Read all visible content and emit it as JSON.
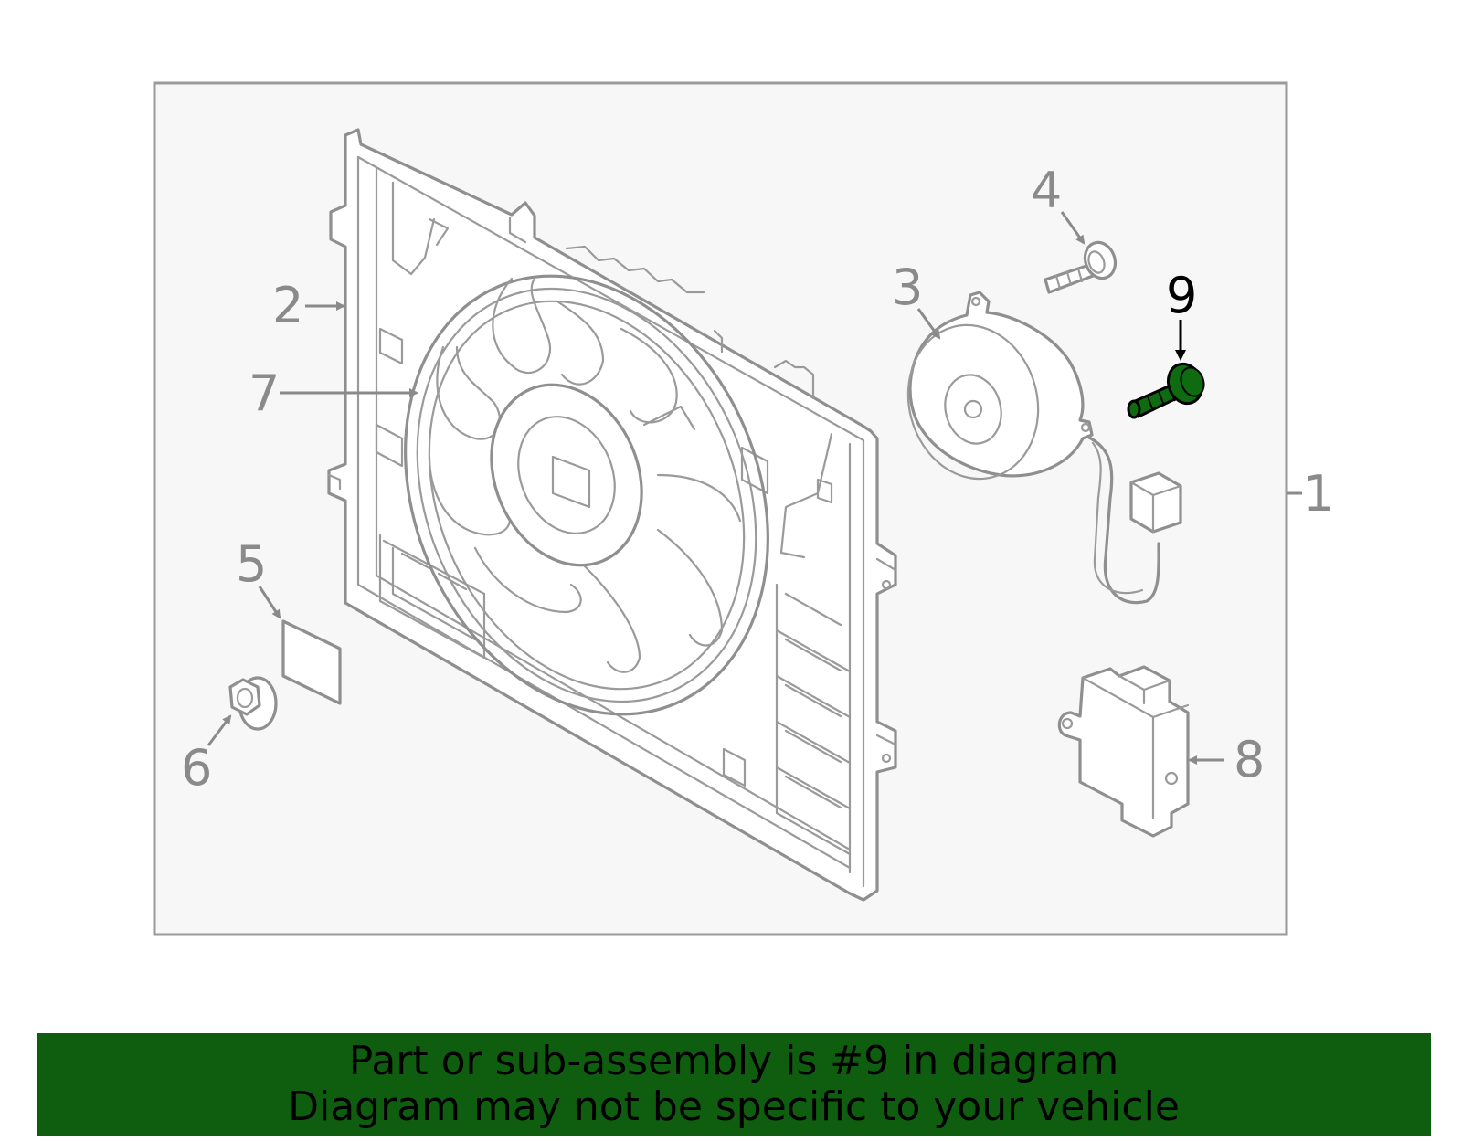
{
  "callouts": {
    "c1": "1",
    "c2": "2",
    "c3": "3",
    "c4": "4",
    "c5": "5",
    "c6": "6",
    "c7": "7",
    "c8": "8",
    "c9": "9"
  },
  "highlighted_part": "9",
  "colors": {
    "banner_bg": "#0f5e0f",
    "highlight_part": "#0f6b0f",
    "line_art": "#8f8f8f",
    "panel_bg": "#f7f7f7"
  },
  "banner": {
    "line1": "Part or sub-assembly is #9 in diagram",
    "line2": "Diagram may not be specific to your vehicle"
  }
}
